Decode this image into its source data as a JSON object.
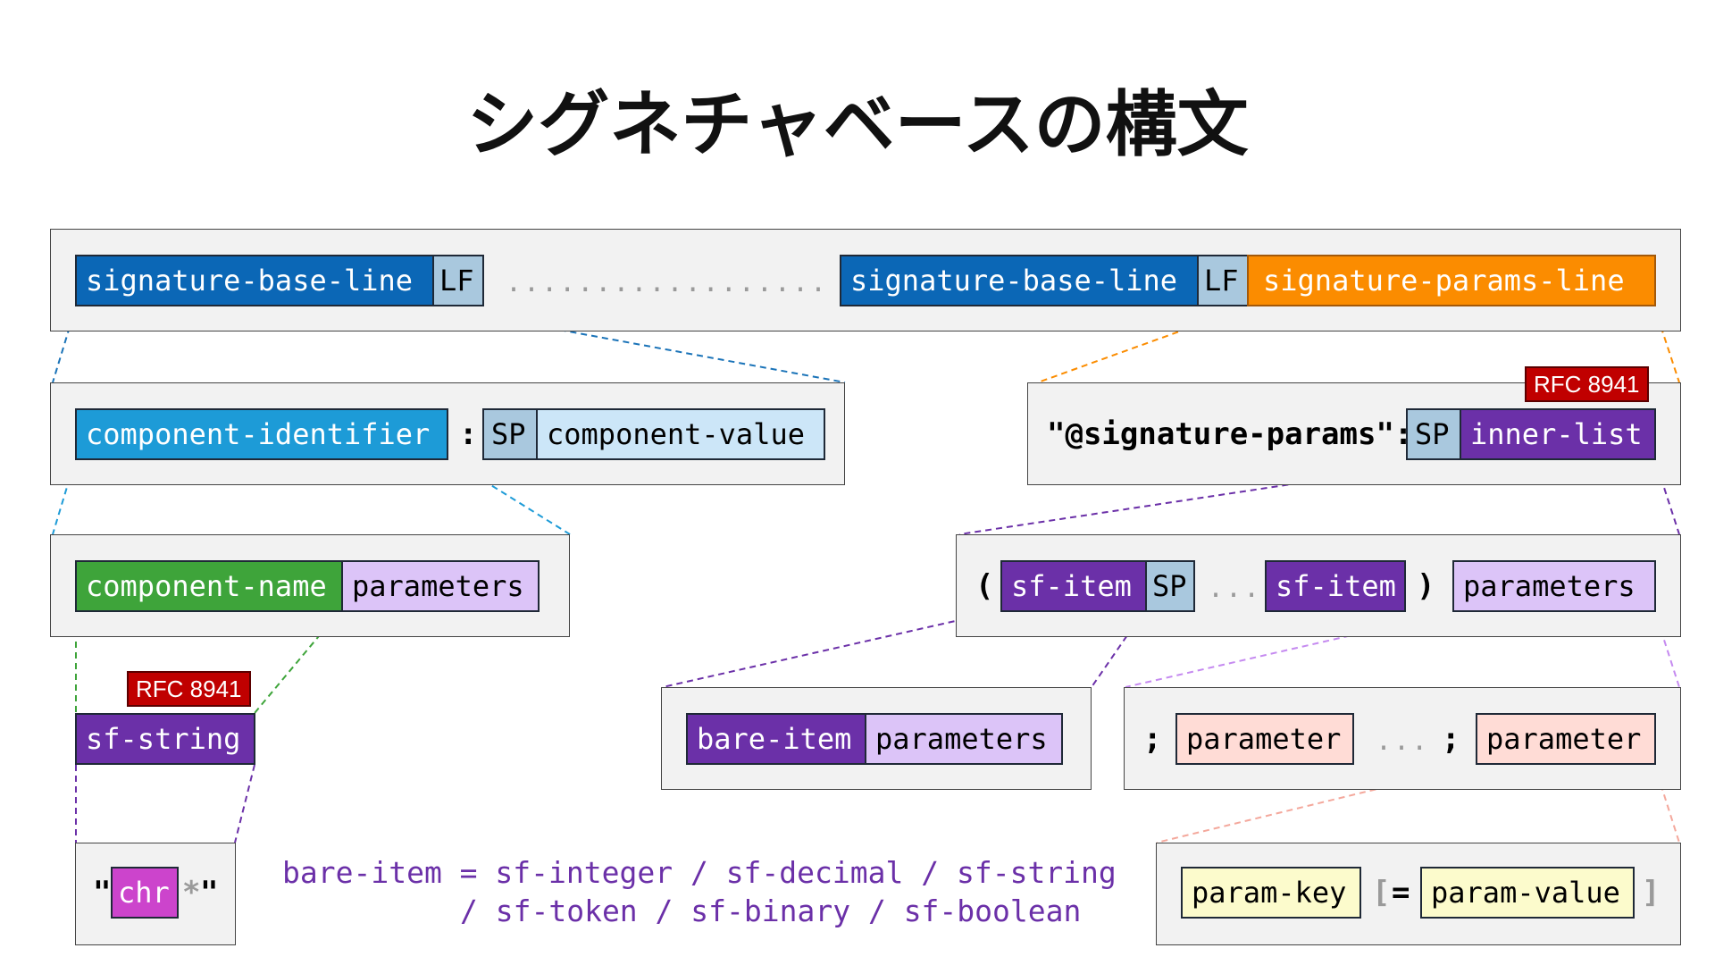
{
  "title": "シグネチャベースの構文",
  "top_row": {
    "base_line_1": "signature-base-line",
    "lf_1": "LF",
    "ellipsis": "..................",
    "base_line_2": "signature-base-line",
    "lf_2": "LF",
    "params_line": "signature-params-line"
  },
  "base_line_def": {
    "component_identifier": "component-identifier",
    "colon": ":",
    "sp": "SP",
    "component_value": "component-value"
  },
  "params_line_def": {
    "badge": "RFC 8941",
    "literal": "\"@signature-params\":",
    "sp": "SP",
    "inner_list": "inner-list"
  },
  "identifier_def": {
    "component_name": "component-name",
    "parameters": "parameters"
  },
  "inner_list_def": {
    "open_paren": "(",
    "sf_item_1": "sf-item",
    "sp": "SP",
    "ellipsis": "...",
    "sf_item_2": "sf-item",
    "close_paren": ")",
    "parameters": "parameters"
  },
  "sf_string_def": {
    "badge": "RFC 8941",
    "sf_string": "sf-string"
  },
  "sf_item_def": {
    "bare_item": "bare-item",
    "parameters": "parameters"
  },
  "parameters_def": {
    "semicolon_1": ";",
    "parameter_1": "parameter",
    "ellipsis": "...",
    "semicolon_2": ";",
    "parameter_2": "parameter"
  },
  "chr_def": {
    "quote_open": "\"",
    "chr": "chr",
    "star": "*",
    "quote_close": "\""
  },
  "bare_item_rule": {
    "line1": "bare-item = sf-integer / sf-decimal / sf-string",
    "line2": "/ sf-token / sf-binary / sf-boolean"
  },
  "parameter_def": {
    "param_key": "param-key",
    "open_bracket": "[",
    "equals": "=",
    "param_value": "param-value",
    "close_bracket": "]"
  },
  "colors": {
    "blue": "#0b67b6",
    "cyan": "#1d9bd7",
    "orange": "#fb8c00",
    "green": "#3ea43a",
    "purple": "#6b30a8",
    "lavender": "#dcc4f8",
    "pink": "#ffdcd6",
    "yellow": "#fcfbcc",
    "badge_red": "#c00000"
  }
}
